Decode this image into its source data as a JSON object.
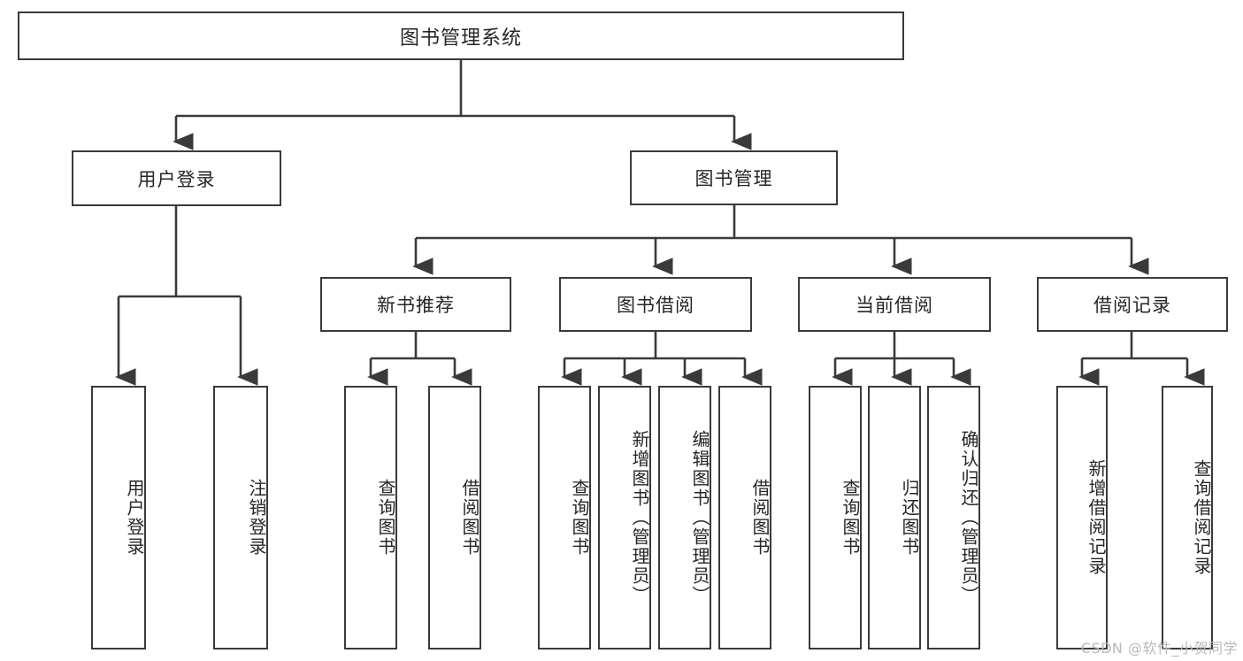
{
  "diagram": {
    "title": "图书管理系统",
    "type": "hierarchy-tree",
    "root": {
      "label": "图书管理系统"
    },
    "level1": [
      {
        "label": "用户登录"
      },
      {
        "label": "图书管理"
      }
    ],
    "level2": [
      {
        "label": "新书推荐",
        "parent": "图书管理"
      },
      {
        "label": "图书借阅",
        "parent": "图书管理"
      },
      {
        "label": "当前借阅",
        "parent": "图书管理"
      },
      {
        "label": "借阅记录",
        "parent": "图书管理"
      }
    ],
    "leaves": [
      {
        "label": "用户登录",
        "parent": "用户登录"
      },
      {
        "label": "注销登录",
        "parent": "用户登录"
      },
      {
        "label": "查询图书",
        "parent": "新书推荐"
      },
      {
        "label": "借阅图书",
        "parent": "新书推荐"
      },
      {
        "label": "查询图书",
        "parent": "图书借阅"
      },
      {
        "label": "新增图书（管理员）",
        "parent": "图书借阅"
      },
      {
        "label": "编辑图书（管理员）",
        "parent": "图书借阅"
      },
      {
        "label": "借阅图书",
        "parent": "图书借阅"
      },
      {
        "label": "查询图书",
        "parent": "当前借阅"
      },
      {
        "label": "归还图书",
        "parent": "当前借阅"
      },
      {
        "label": "确认归还（管理员）",
        "parent": "当前借阅"
      },
      {
        "label": "新增借阅记录",
        "parent": "借阅记录"
      },
      {
        "label": "查询借阅记录",
        "parent": "借阅记录"
      }
    ]
  },
  "watermark": {
    "text": "CSDN @软件_小贺同学"
  },
  "colors": {
    "stroke": "#3a3a3a",
    "box_fill": "#ffffff",
    "text": "#262626",
    "watermark": "#b9b9b9"
  }
}
